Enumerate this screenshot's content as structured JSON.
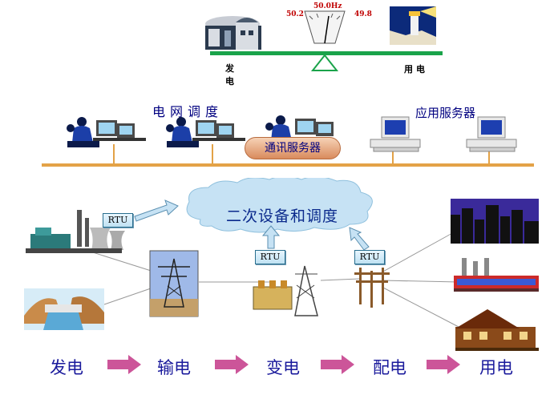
{
  "balance": {
    "left_freq": "50.2",
    "center_freq": "50.0Hz",
    "right_freq": "49.8",
    "left_label": "发电",
    "right_label": "用电"
  },
  "control": {
    "dispatch_label": "电网调度",
    "app_server_label": "应用服务器",
    "comm_server_label": "通讯服务器"
  },
  "cloud_label": "二次设备和调度",
  "rtu_label": "RTU",
  "stages": [
    "发电",
    "输电",
    "变电",
    "配电",
    "用电"
  ],
  "colors": {
    "bus": "#e3a247",
    "cloud": "#c6e2f4",
    "stage_text": "#1a1a9c",
    "arrow": "#cc5599"
  }
}
